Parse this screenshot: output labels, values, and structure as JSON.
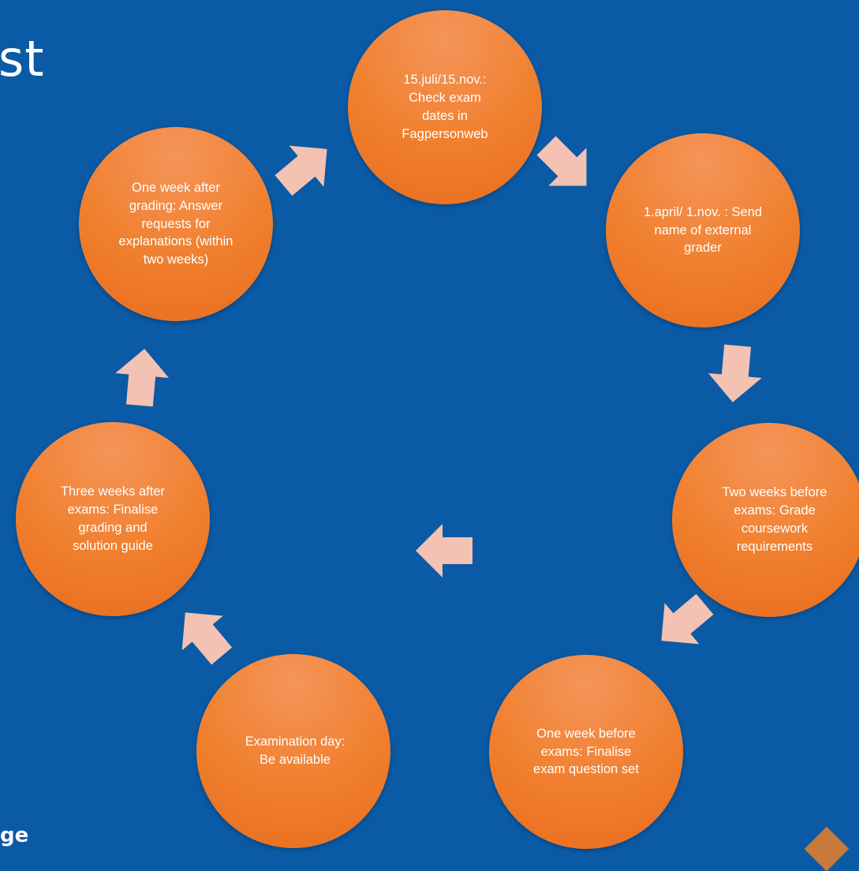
{
  "slide": {
    "title": "st",
    "footer": "ge"
  },
  "colors": {
    "background": "#0a5aa6",
    "node_fill": "#f07f2d",
    "arrow_fill": "#f3c2b2"
  },
  "cycle": {
    "steps": [
      {
        "label": "15.juli/15.nov.: Check exam dates in Fagpersonweb"
      },
      {
        "label": "1.april/ 1.nov. : Send name of external grader"
      },
      {
        "label": "Two weeks before exams: Grade coursework requirements"
      },
      {
        "label": "One week before exams: Finalise exam question set"
      },
      {
        "label": "Examination day: Be available"
      },
      {
        "label": "Three weeks after exams: Finalise grading and solution guide"
      },
      {
        "label": "One week after grading: Answer requests for explanations (within two weeks)"
      }
    ]
  }
}
